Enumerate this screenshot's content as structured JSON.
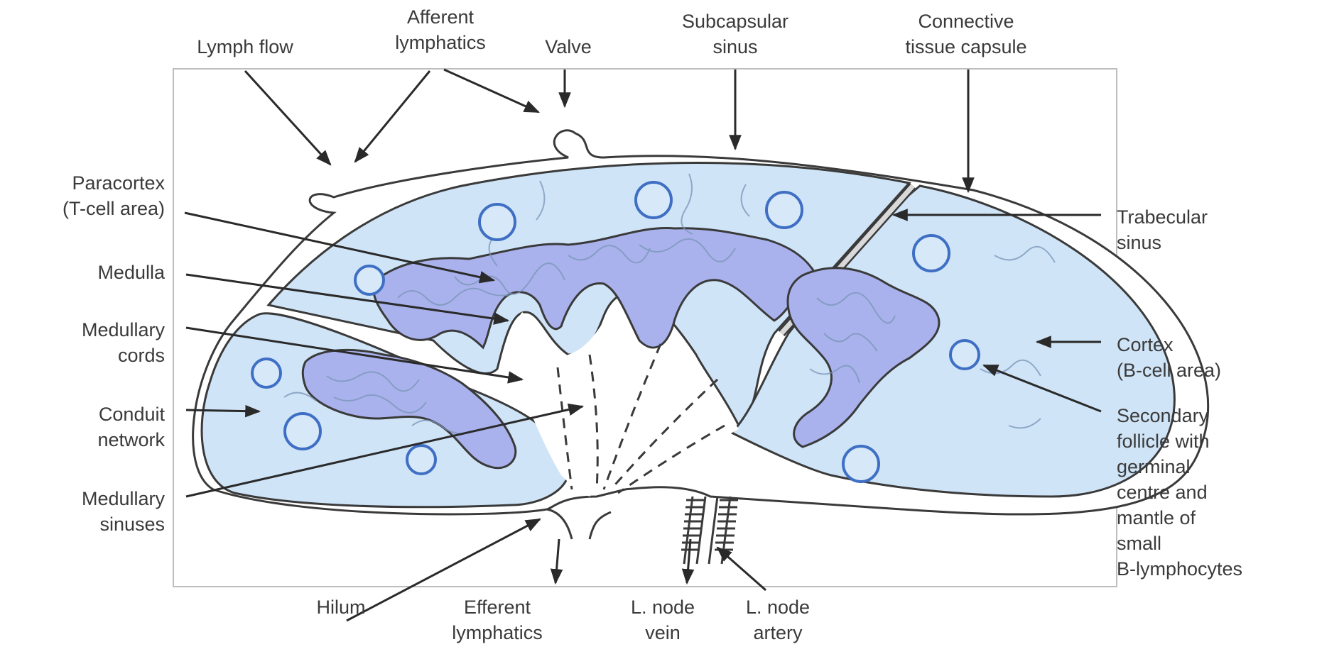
{
  "labels": {
    "lymph_flow": "Lymph flow",
    "afferent_lymphatics": "Afferent\nlymphatics",
    "valve": "Valve",
    "subcapsular_sinus": "Subcapsular\nsinus",
    "connective_tissue_capsule": "Connective\ntissue capsule",
    "paracortex": "Paracortex\n(T-cell area)",
    "medulla": "Medulla",
    "medullary_cords": "Medullary\ncords",
    "conduit_network": "Conduit\nnetwork",
    "medullary_sinuses": "Medullary\nsinuses",
    "trabecular_sinus": "Trabecular\nsinus",
    "cortex": "Cortex\n(B-cell area)",
    "secondary_follicle": "Secondary\nfollicle with\ngerminal\ncentre and\nmantle of\nsmall\nB-lymphocytes",
    "hilum": "Hilum",
    "efferent_lymphatics": "Efferent\nlymphatics",
    "node_vein": "L. node\nvein",
    "node_artery": "L. node\nartery"
  },
  "colors": {
    "cortex_fill": "#cfe4f7",
    "paracortex_fill": "#a9b2ec",
    "follicle_ring": "#3f6fc4",
    "outline": "#3a3a3a",
    "arrow": "#2a2a2a",
    "conduit": "#7a95b8"
  }
}
